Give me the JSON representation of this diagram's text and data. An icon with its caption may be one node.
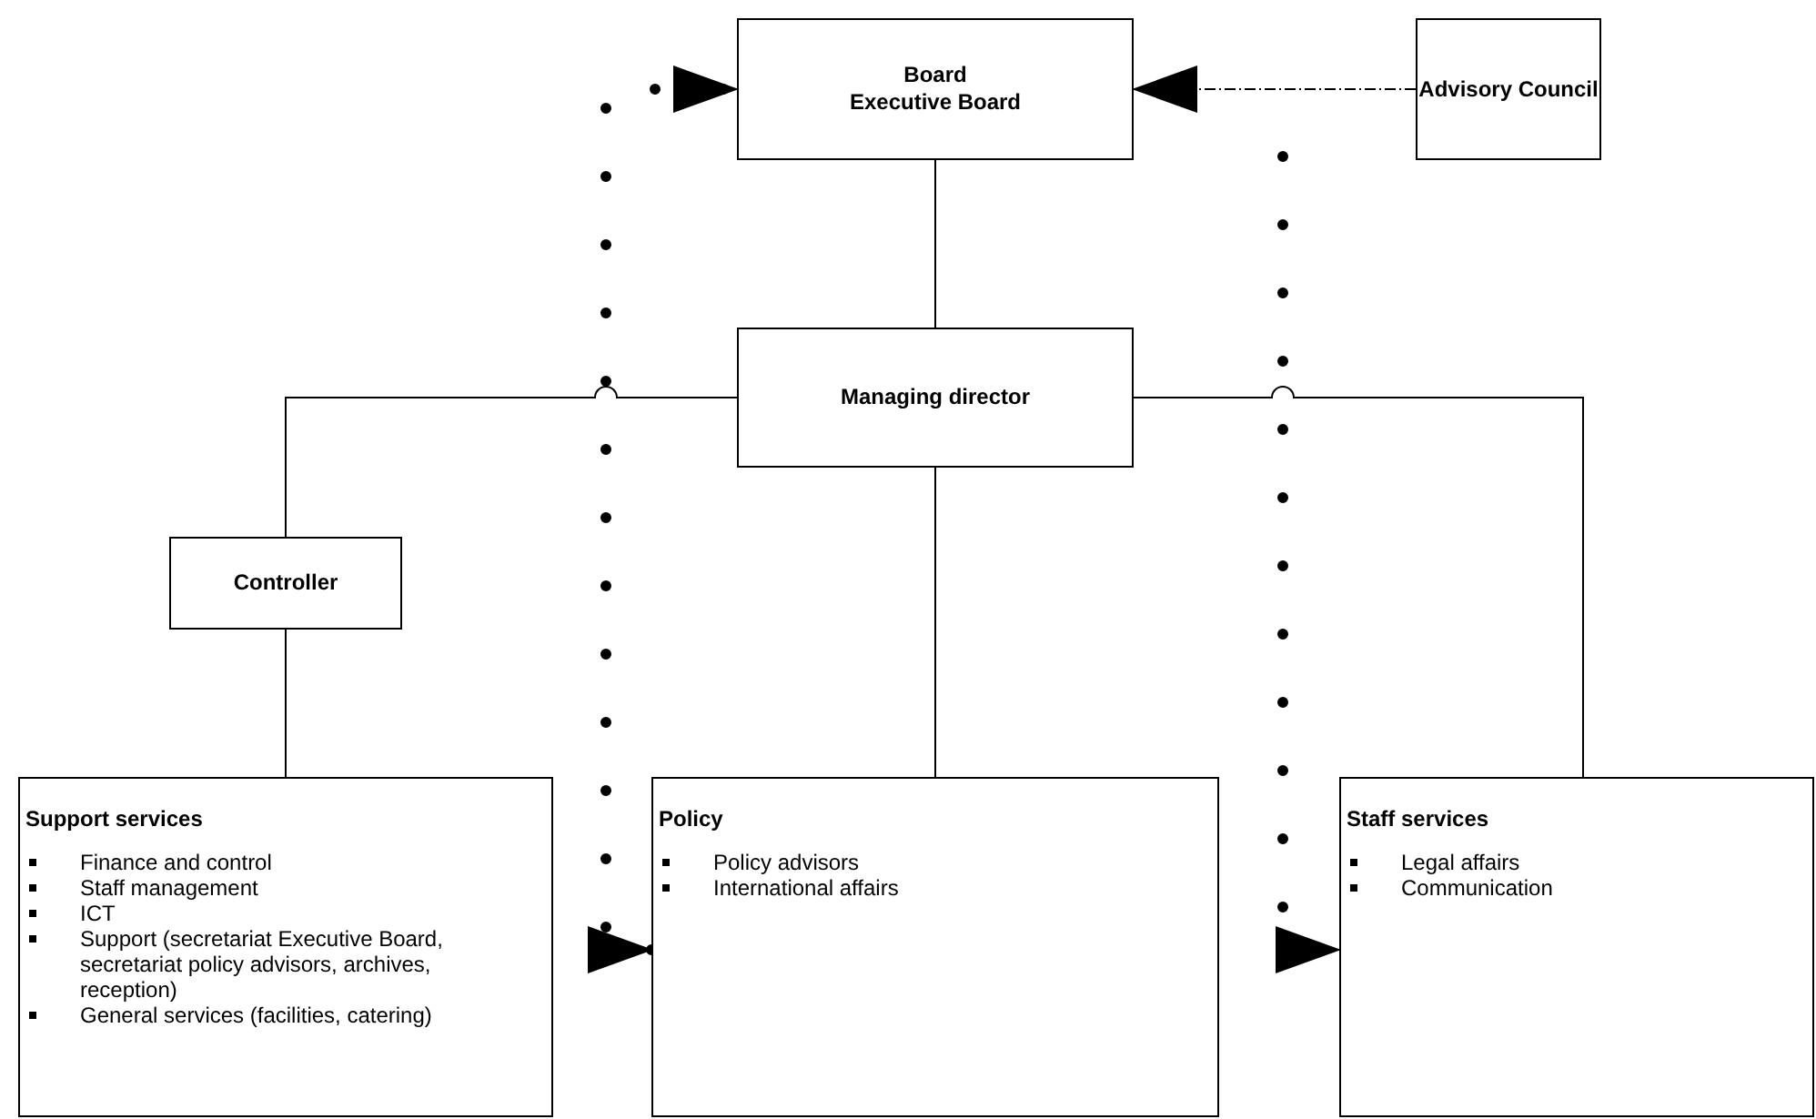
{
  "diagram": {
    "nodes": [
      {
        "text": [
          "Board",
          "Executive Board"
        ]
      },
      {
        "text": [
          "Advisory Council"
        ]
      },
      {
        "text": [
          "Managing director"
        ]
      },
      {
        "text": [
          "Controller"
        ]
      },
      {
        "text": [
          "Support services",
          "Finance and control",
          "Staff management",
          "ICT",
          "Support (secretariat Executive Board, secretariat policy advisors, archives, reception)",
          "General services (facilities, catering)"
        ]
      },
      {
        "text": [
          "Policy",
          "Policy advisors",
          "International affairs"
        ]
      },
      {
        "text": [
          "Staff services",
          "Legal affairs",
          "Communication"
        ]
      }
    ],
    "edges": [
      {
        "from": 0,
        "to": 2,
        "arrow": "none"
      },
      {
        "from": 2,
        "to": 3,
        "arrow": "none"
      },
      {
        "from": 3,
        "to": 4,
        "arrow": "none"
      },
      {
        "from": 2,
        "to": 5,
        "arrow": "none"
      },
      {
        "from": 2,
        "to": 6,
        "arrow": "none"
      },
      {
        "from": 1,
        "to": 0,
        "arrow": "to",
        "style": "dashed"
      },
      {
        "from": 5,
        "to": 0,
        "arrow": "both",
        "style": "dashed"
      },
      {
        "from": null,
        "to": 6,
        "arrow": "to",
        "style": "dashed"
      }
    ]
  }
}
